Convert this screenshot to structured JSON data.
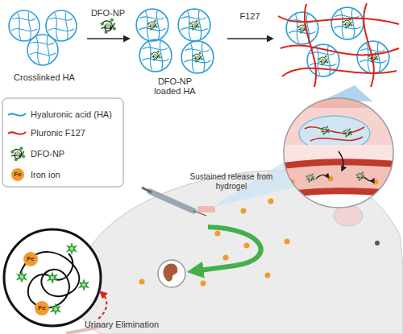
{
  "diagram": {
    "nodes": [
      {
        "text": [
          "Crosslinked HA"
        ]
      },
      {
        "text": [
          "DFO-NP loaded HA"
        ]
      }
    ],
    "edges": [
      {
        "from": 0,
        "to": 1,
        "arrow": "to",
        "label": "DFO-NP"
      }
    ],
    "labels": [
      "F127",
      "Fe",
      "Sustained release from hydrogel",
      "Urinary Elimination",
      "Fe",
      "Fe"
    ],
    "legend": [
      {
        "text": "Hyaluronic acid (HA)"
      },
      {
        "text": "Pluronic F127"
      },
      {
        "text": "DFO-NP"
      },
      {
        "text": "Iron ion"
      }
    ]
  }
}
